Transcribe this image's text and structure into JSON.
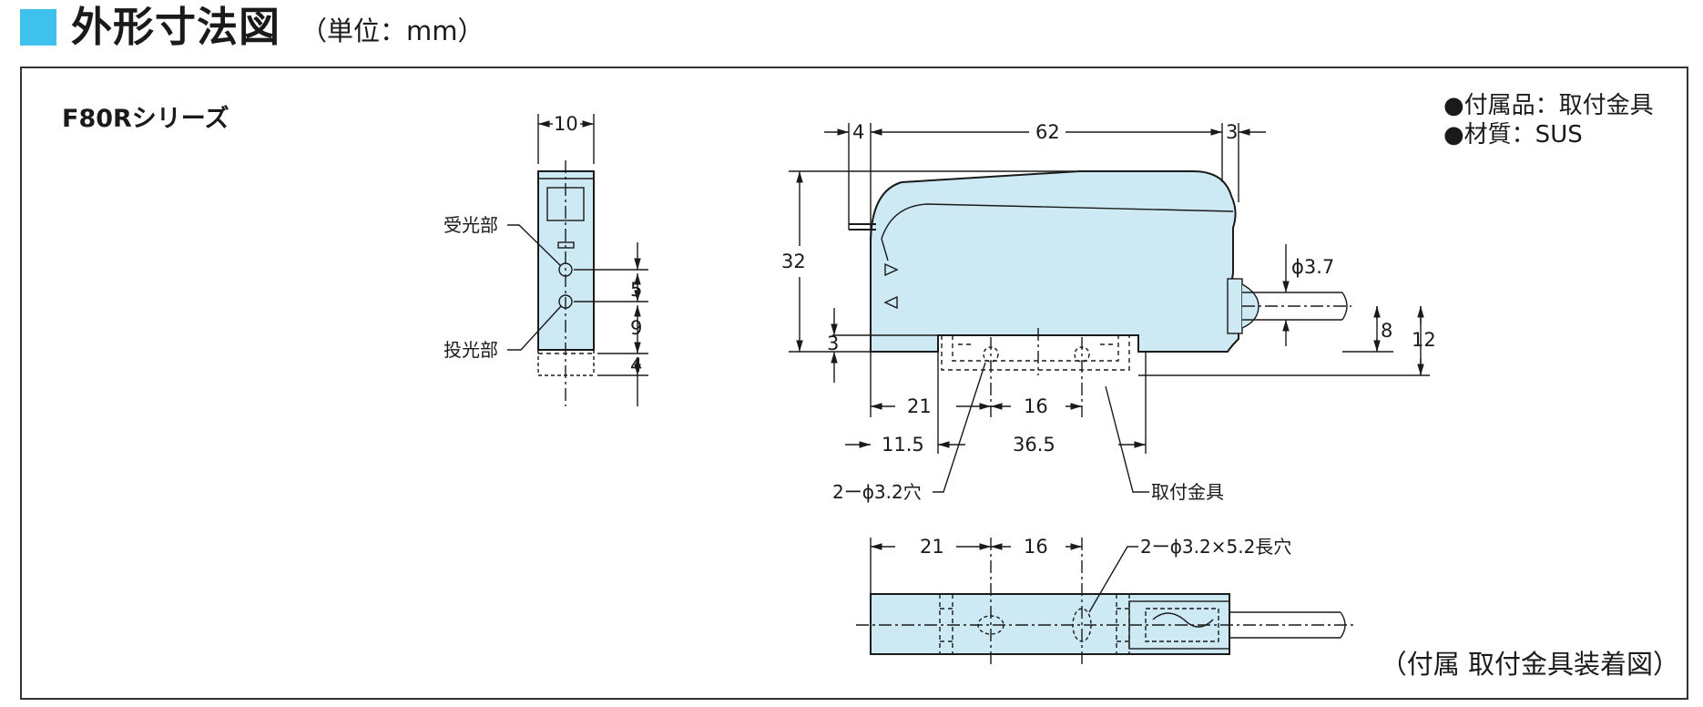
{
  "header": {
    "title": "外形寸法図",
    "unit": "（単位：mm）"
  },
  "series_label": "F80Rシリーズ",
  "notes": [
    "●付属品：取付金具",
    "●材質：SUS"
  ],
  "caption": "（付属 取付金具装着図）",
  "side_view": {
    "dims": {
      "width": "10",
      "d1": "5",
      "d2": "9",
      "d3": "4"
    },
    "labels": {
      "receiver": "受光部",
      "emitter": "投光部"
    }
  },
  "front_view": {
    "dims": {
      "left": "4",
      "length": "62",
      "right": "3",
      "height": "32",
      "cable_dia": "ϕ3.7",
      "cable_h1": "8",
      "cable_h2": "12",
      "base": "3",
      "hole_x1": "21",
      "hole_pitch": "16",
      "bracket_x": "11.5",
      "bracket_len": "36.5"
    },
    "labels": {
      "holes": "2ーϕ3.2穴",
      "bracket": "取付金具"
    }
  },
  "bottom_view": {
    "dims": {
      "x1": "21",
      "pitch": "16"
    },
    "labels": {
      "slots": "2ーϕ3.2×5.2長穴"
    }
  },
  "colors": {
    "accent": "#3fc1ee",
    "body_fill": "#cce9f4",
    "line": "#1a1a1a"
  }
}
